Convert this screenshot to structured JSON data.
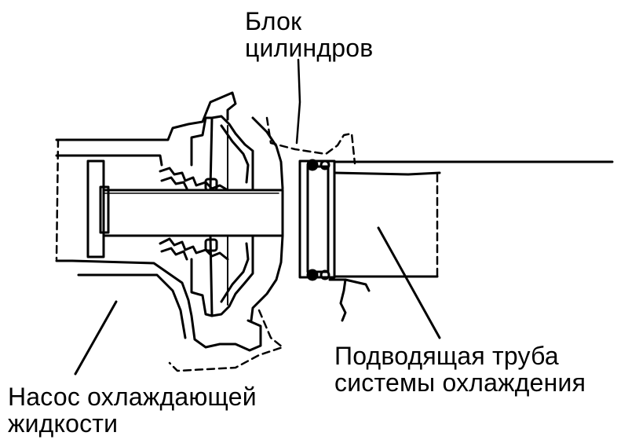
{
  "diagram": {
    "labels": {
      "cylinder_block": {
        "line1": "Блок",
        "line2": "цилиндров"
      },
      "inlet_pipe": {
        "line1": "Подводящая труба",
        "line2": "системы охлаждения"
      },
      "water_pump": {
        "line1": "Насос охлаждающей",
        "line2": "жидкости"
      }
    },
    "colors": {
      "ink": "#000000",
      "paper": "#ffffff"
    }
  }
}
